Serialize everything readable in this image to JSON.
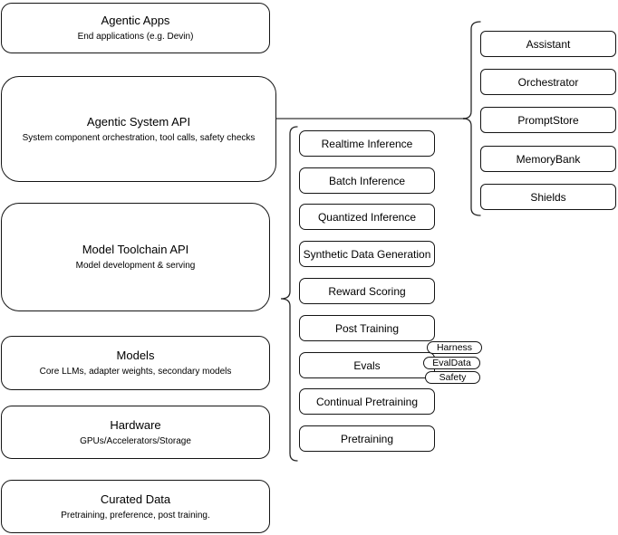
{
  "colors": {
    "background": "#ffffff",
    "node_border": "#141414",
    "brace_stroke": "#262626",
    "connector_stroke": "#7f7f7f",
    "text": "#000000"
  },
  "left_stack": [
    {
      "title": "Agentic Apps",
      "subtitle": "End applications (e.g. Devin)"
    },
    {
      "title": "Agentic System API",
      "subtitle": "System component orchestration, tool calls, safety checks"
    },
    {
      "title": "Model Toolchain API",
      "subtitle": "Model development & serving"
    },
    {
      "title": "Models",
      "subtitle": "Core LLMs, adapter weights, secondary models"
    },
    {
      "title": "Hardware",
      "subtitle": "GPUs/Accelerators/Storage"
    },
    {
      "title": "Curated Data",
      "subtitle": "Pretraining, preference, post training."
    }
  ],
  "toolchain_components": [
    "Realtime Inference",
    "Batch Inference",
    "Quantized Inference",
    "Synthetic Data Generation",
    "Reward Scoring",
    "Post Training",
    "Evals",
    "Continual Pretraining",
    "Pretraining"
  ],
  "evals_tags": [
    "Harness",
    "EvalData",
    "Safety"
  ],
  "system_components": [
    "Assistant",
    "Orchestrator",
    "PromptStore",
    "MemoryBank",
    "Shields"
  ]
}
